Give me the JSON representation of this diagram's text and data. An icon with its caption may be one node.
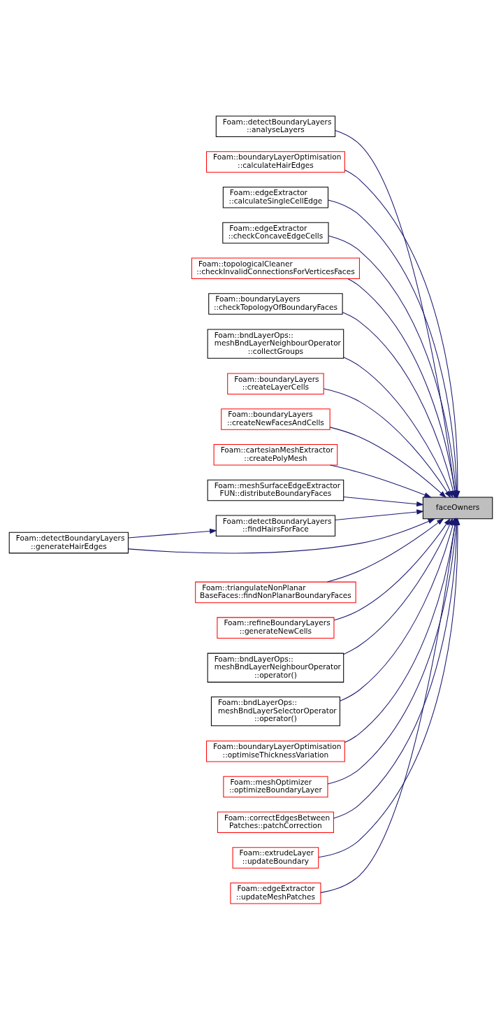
{
  "diagram": {
    "nodes": [
      {
        "text": [
          "faceOwners"
        ]
      },
      {
        "text": [
          "Foam::detectBoundaryLayers ::analyseLayers"
        ]
      },
      {
        "text": [
          "Foam::boundaryLayerOptimisation ::calculateHairEdges"
        ]
      },
      {
        "text": [
          "Foam::edgeExtractor ::calculateSingleCellEdge"
        ]
      },
      {
        "text": [
          "Foam::edgeExtractor ::checkConcaveEdgeCells"
        ]
      },
      {
        "text": [
          "Foam::topologicalCleaner ::checkInvalidConnectionsForVerticesFaces"
        ]
      },
      {
        "text": [
          "Foam::boundaryLayers ::checkTopologyOfBoundaryFaces"
        ]
      },
      {
        "text": [
          "Foam::bndLayerOps:: meshBndLayerNeighbourOperator ::collectGroups"
        ]
      },
      {
        "text": [
          "Foam::boundaryLayers ::createLayerCells"
        ]
      },
      {
        "text": [
          "Foam::boundaryLayers ::createNewFacesAndCells"
        ]
      },
      {
        "text": [
          "Foam::cartesianMeshExtractor ::createPolyMesh"
        ]
      },
      {
        "text": [
          "Foam::meshSurfaceEdgeExtractor FUN::distributeBoundaryFaces"
        ]
      },
      {
        "text": [
          "Foam::detectBoundaryLayers ::findHairsForFace"
        ]
      },
      {
        "text": [
          "Foam::detectBoundaryLayers ::generateHairEdges"
        ]
      },
      {
        "text": [
          "Foam::triangulateNonPlanar BaseFaces::findNonPlanarBoundaryFaces"
        ]
      },
      {
        "text": [
          "Foam::refineBoundaryLayers ::generateNewCells"
        ]
      },
      {
        "text": [
          "Foam::bndLayerOps:: meshBndLayerNeighbourOperator ::operator()"
        ]
      },
      {
        "text": [
          "Foam::bndLayerOps:: meshBndLayerSelectorOperator ::operator()"
        ]
      },
      {
        "text": [
          "Foam::boundaryLayerOptimisation ::optimiseThicknessVariation"
        ]
      },
      {
        "text": [
          "Foam::meshOptimizer ::optimizeBoundaryLayer"
        ]
      },
      {
        "text": [
          "Foam::correctEdgesBetween Patches::patchCorrection"
        ]
      },
      {
        "text": [
          "Foam::extrudeLayer ::updateBoundary"
        ]
      },
      {
        "text": [
          "Foam::edgeExtractor ::updateMeshPatches"
        ]
      }
    ],
    "edges": [
      {
        "from": 1,
        "to": 0,
        "arrow": "to"
      },
      {
        "from": 2,
        "to": 0,
        "arrow": "to"
      },
      {
        "from": 3,
        "to": 0,
        "arrow": "to"
      },
      {
        "from": 4,
        "to": 0,
        "arrow": "to"
      },
      {
        "from": 5,
        "to": 0,
        "arrow": "to"
      },
      {
        "from": 6,
        "to": 0,
        "arrow": "to"
      },
      {
        "from": 7,
        "to": 0,
        "arrow": "to"
      },
      {
        "from": 8,
        "to": 0,
        "arrow": "to"
      },
      {
        "from": 9,
        "to": 0,
        "arrow": "to"
      },
      {
        "from": 10,
        "to": 0,
        "arrow": "to"
      },
      {
        "from": 11,
        "to": 0,
        "arrow": "to"
      },
      {
        "from": 12,
        "to": 0,
        "arrow": "to"
      },
      {
        "from": 13,
        "to": 12,
        "arrow": "to"
      },
      {
        "from": 13,
        "to": 0,
        "arrow": "to"
      },
      {
        "from": 14,
        "to": 0,
        "arrow": "to"
      },
      {
        "from": 15,
        "to": 0,
        "arrow": "to"
      },
      {
        "from": 16,
        "to": 0,
        "arrow": "to"
      },
      {
        "from": 17,
        "to": 0,
        "arrow": "to"
      },
      {
        "from": 18,
        "to": 0,
        "arrow": "to"
      },
      {
        "from": 19,
        "to": 0,
        "arrow": "to"
      },
      {
        "from": 20,
        "to": 0,
        "arrow": "to"
      },
      {
        "from": 21,
        "to": 0,
        "arrow": "to"
      },
      {
        "from": 22,
        "to": 0,
        "arrow": "to"
      }
    ]
  }
}
